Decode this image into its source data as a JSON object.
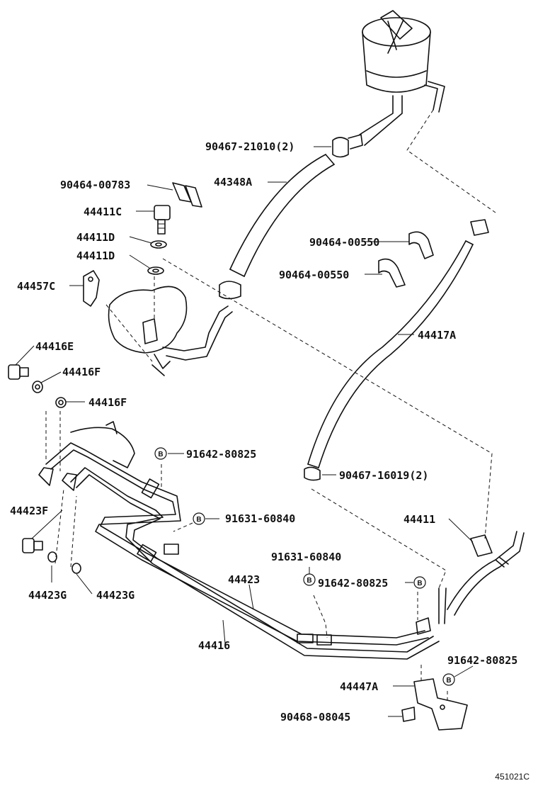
{
  "labels": {
    "p90467_21010": "90467-21010(2)",
    "p44348A": "44348A",
    "p90464_00783": "90464-00783",
    "p44411C": "44411C",
    "p44411D_1": "44411D",
    "p44411D_2": "44411D",
    "p44457C": "44457C",
    "p90464_00550_1": "90464-00550",
    "p90464_00550_2": "90464-00550",
    "p44417A": "44417A",
    "p44416E": "44416E",
    "p44416F_1": "44416F",
    "p44416F_2": "44416F",
    "p91642_80825_1": "91642-80825",
    "p90467_16019": "90467-16019(2)",
    "p91631_60840_1": "91631-60840",
    "p44423F": "44423F",
    "p44411": "44411",
    "p91631_60840_2": "91631-60840",
    "p91642_80825_2": "91642-80825",
    "p44423": "44423",
    "p44423G_1": "44423G",
    "p44423G_2": "44423G",
    "p44416": "44416",
    "p91642_80825_3": "91642-80825",
    "p44447A": "44447A",
    "p90468_08045": "90468-08045"
  },
  "bolt_marker": "B",
  "figure_id": "451021C"
}
